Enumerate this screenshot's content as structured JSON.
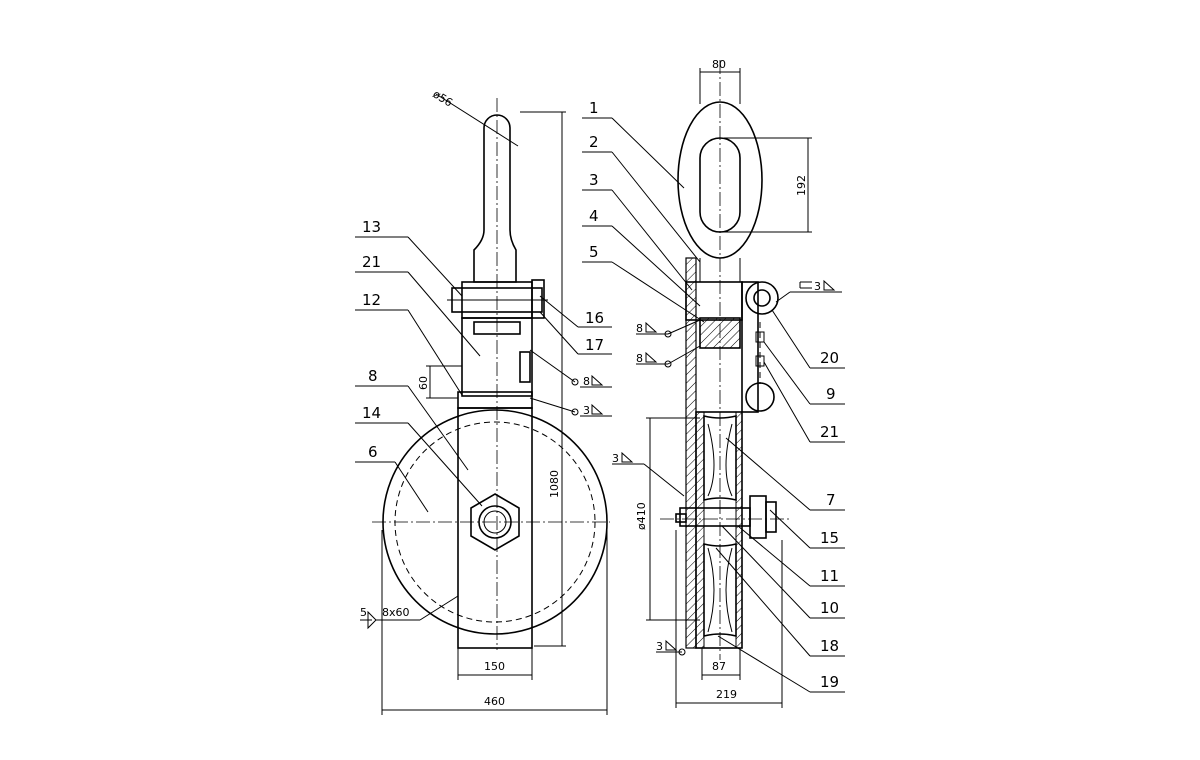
{
  "drawing": {
    "part_numbers": [
      "1",
      "2",
      "3",
      "4",
      "5",
      "13",
      "21",
      "12",
      "8",
      "14",
      "6",
      "16",
      "17",
      "20",
      "9",
      "21",
      "7",
      "15",
      "11",
      "10",
      "18",
      "19"
    ],
    "dimensions": {
      "dia_56": "ø56",
      "d_80": "80",
      "d_192": "192",
      "d_1080": "1080",
      "d_60": "60",
      "d_150": "150",
      "d_460": "460",
      "dia_410": "ø410",
      "d_87": "87",
      "d_219": "219"
    },
    "weld_symbols": {
      "w_3_top": "3",
      "w_8_a": "8",
      "w_8_b": "8",
      "w_8_c": "8",
      "w_3_a": "3",
      "w_3_b": "3",
      "w_3_c": "3",
      "w_5": "5",
      "w_8x60": "8x60"
    }
  }
}
